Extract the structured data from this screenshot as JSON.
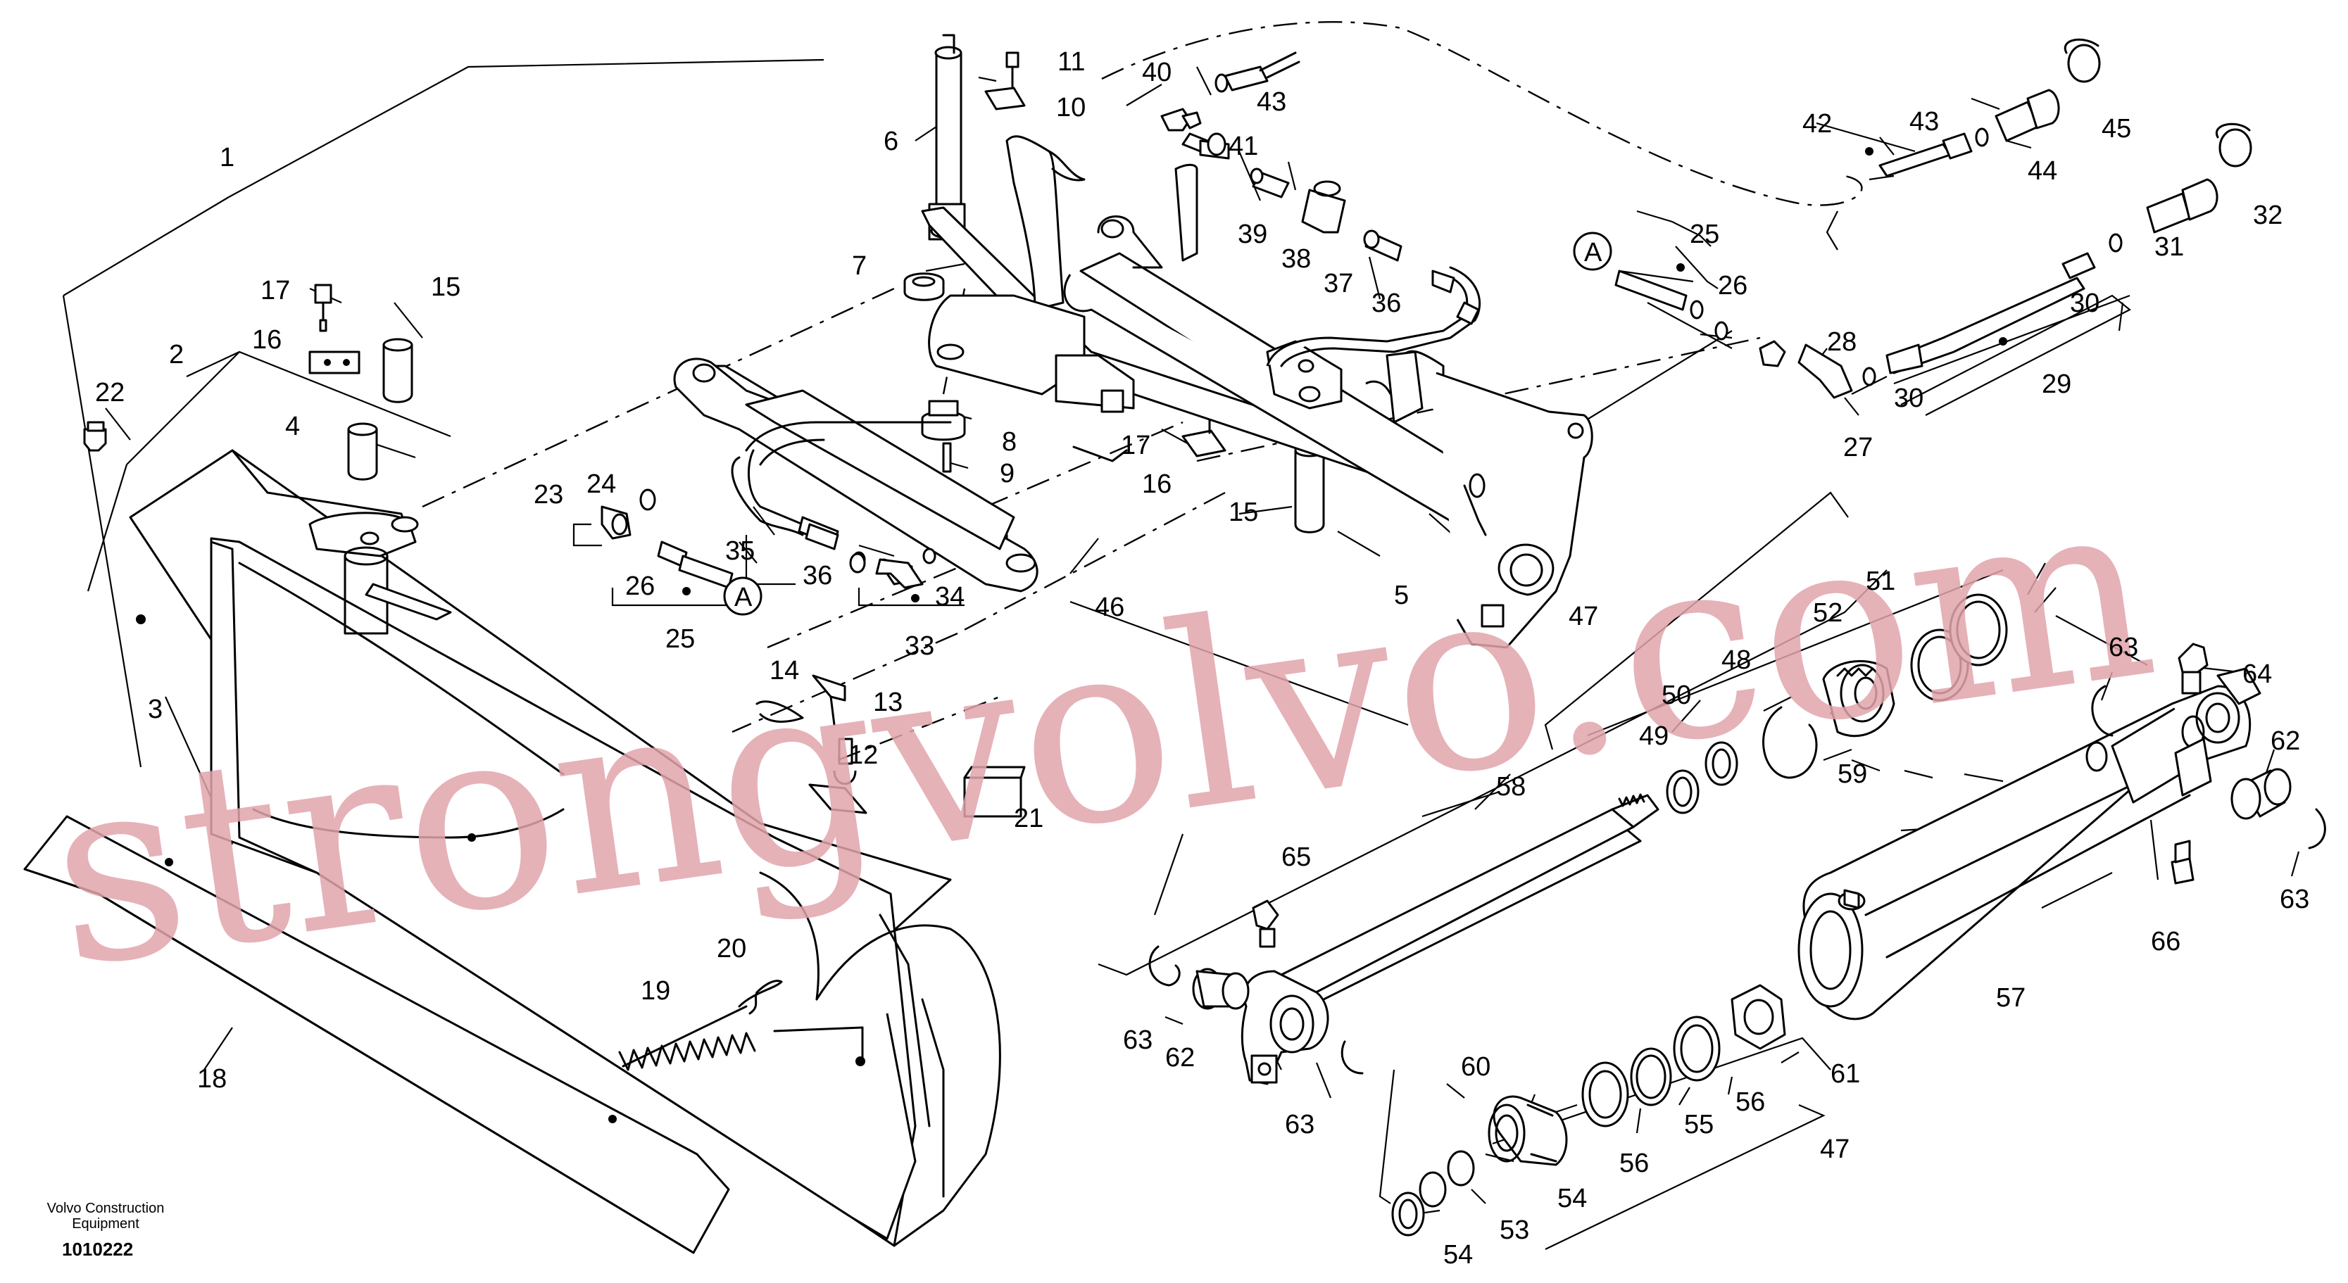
{
  "diagram": {
    "callouts": [
      "1",
      "2",
      "3",
      "4",
      "5",
      "6",
      "7",
      "8",
      "9",
      "10",
      "11",
      "12",
      "13",
      "14",
      "15",
      "16",
      "17",
      "18",
      "19",
      "20",
      "21",
      "22",
      "23",
      "24",
      "25",
      "26",
      "27",
      "28",
      "29",
      "30",
      "31",
      "32",
      "33",
      "34",
      "35",
      "36",
      "37",
      "38",
      "39",
      "40",
      "41",
      "42",
      "43",
      "44",
      "45",
      "46",
      "47",
      "48",
      "49",
      "50",
      "51",
      "52",
      "53",
      "54",
      "55",
      "56",
      "57",
      "58",
      "59",
      "60",
      "61",
      "62",
      "63",
      "64",
      "65",
      "66",
      "A"
    ],
    "footer": {
      "maker_line1": "Volvo Construction",
      "maker_line2": "Equipment",
      "drawing_number": "1010222"
    },
    "watermark": "strongvolvo.com",
    "colors": {
      "line": "#000000",
      "background": "#ffffff",
      "watermark": "#e0a5ab"
    }
  }
}
